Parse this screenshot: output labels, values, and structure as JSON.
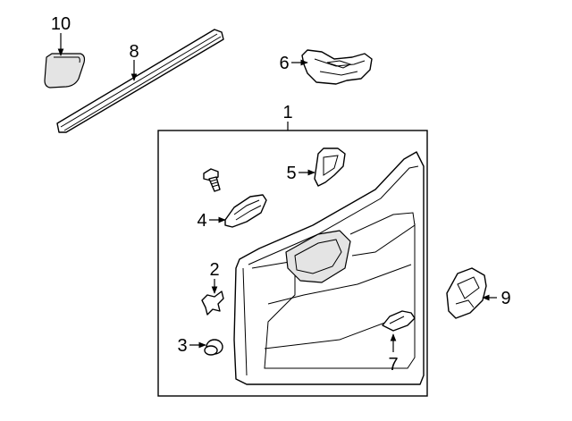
{
  "callouts": [
    {
      "id": "1",
      "label": "1"
    },
    {
      "id": "2",
      "label": "2"
    },
    {
      "id": "3",
      "label": "3"
    },
    {
      "id": "4",
      "label": "4"
    },
    {
      "id": "5",
      "label": "5"
    },
    {
      "id": "6",
      "label": "6"
    },
    {
      "id": "7",
      "label": "7"
    },
    {
      "id": "8",
      "label": "8"
    },
    {
      "id": "9",
      "label": "9"
    },
    {
      "id": "10",
      "label": "10"
    }
  ],
  "colors": {
    "line": "#000000",
    "shade": "#e4e4e4",
    "background": "#ffffff"
  }
}
